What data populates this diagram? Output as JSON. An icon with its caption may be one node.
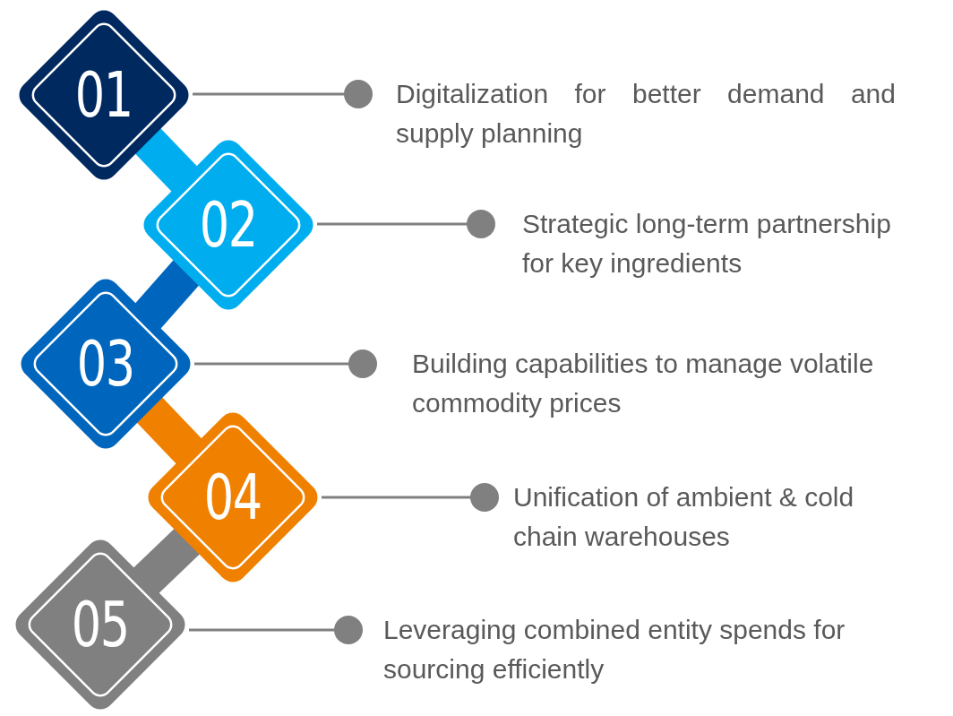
{
  "diagram": {
    "nodes": [
      {
        "text": [
          "01"
        ]
      },
      {
        "text": [
          "02"
        ]
      },
      {
        "text": [
          "03"
        ]
      },
      {
        "text": [
          "04"
        ]
      },
      {
        "text": [
          "05"
        ]
      },
      {
        "text": [
          "Digitalization for better demand and supply planning"
        ]
      },
      {
        "text": [
          "Strategic long-term partnership for key ingredients"
        ]
      },
      {
        "text": [
          "Building capabilities to manage volatile commodity prices"
        ]
      },
      {
        "text": [
          "Unification of ambient & cold chain warehouses"
        ]
      },
      {
        "text": [
          "Leveraging combined entity spends for sourcing efficiently"
        ]
      }
    ],
    "edges": [
      {
        "from": 0,
        "to": 1,
        "arrow": "none",
        "style": "thick",
        "color": "#00aeef"
      },
      {
        "from": 1,
        "to": 2,
        "arrow": "none",
        "style": "thick",
        "color": "#0066bd"
      },
      {
        "from": 2,
        "to": 3,
        "arrow": "none",
        "style": "thick",
        "color": "#f08000"
      },
      {
        "from": 3,
        "to": 4,
        "arrow": "none",
        "style": "thick",
        "color": "#808080"
      },
      {
        "from": 0,
        "to": 5,
        "arrow": "other"
      },
      {
        "from": 1,
        "to": 6,
        "arrow": "other"
      },
      {
        "from": 2,
        "to": 7,
        "arrow": "other"
      },
      {
        "from": 3,
        "to": 8,
        "arrow": "other"
      },
      {
        "from": 4,
        "to": 9,
        "arrow": "other"
      }
    ]
  }
}
